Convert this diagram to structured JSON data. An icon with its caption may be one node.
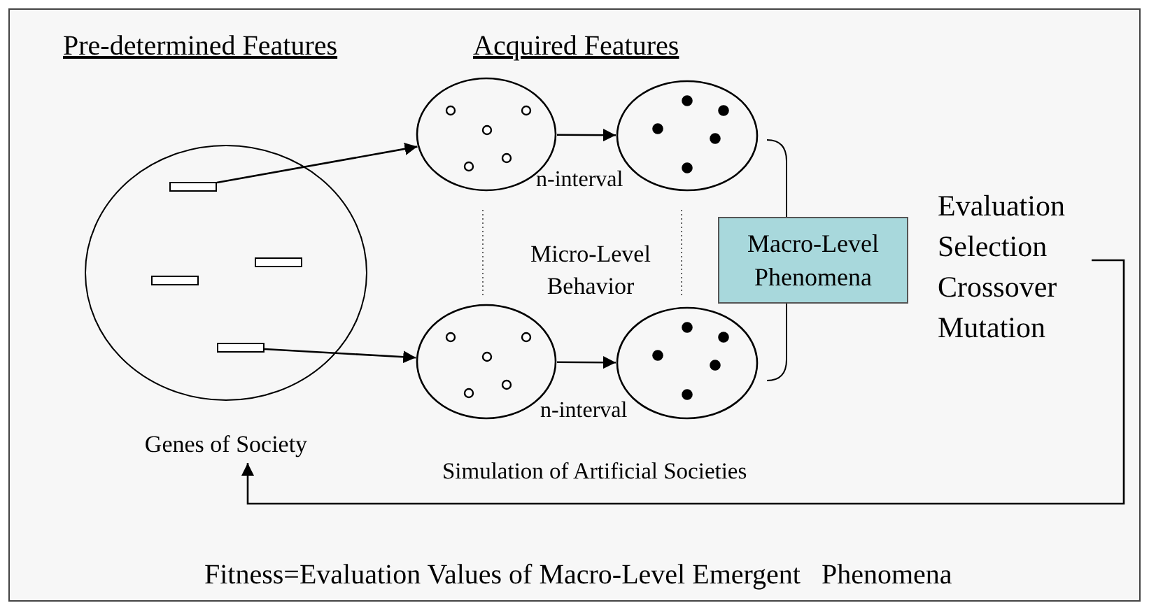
{
  "diagram": {
    "nodes": [
      {
        "text": [
          "Genes of Society"
        ]
      },
      {
        "text": [],
        "shape": "bar",
        "in": 0
      },
      {
        "text": [],
        "shape": "bar",
        "in": 0
      },
      {
        "text": [],
        "shape": "bar",
        "in": 0
      },
      {
        "text": [],
        "shape": "bar",
        "in": 0
      },
      {
        "text": [],
        "shape": "circle"
      },
      {
        "text": [],
        "shape": "circle"
      },
      {
        "text": [],
        "shape": "circle"
      },
      {
        "text": [],
        "shape": "circle"
      },
      {
        "text": [
          "Macro-Level Phenomena"
        ]
      },
      {
        "text": [
          "Evaluation",
          "Selection",
          "Crossover",
          "Mutation"
        ]
      }
    ],
    "edges": [
      {
        "from": 1,
        "to": 5,
        "arrow": "to"
      },
      {
        "from": 4,
        "to": 7,
        "arrow": "to"
      },
      {
        "from": 5,
        "to": 6,
        "arrow": "to",
        "label": "n-interval"
      },
      {
        "from": 7,
        "to": 8,
        "arrow": "to",
        "label": "n-interval"
      },
      {
        "from": 10,
        "to": 0,
        "arrow": "to"
      }
    ],
    "labels": [
      "Pre-determined Features",
      "Acquired Features",
      "Micro-Level Behavior",
      "Simulation of Artificial Societies",
      "Fitness=Evaluation Values of Macro-Level Emergent   Phenomena"
    ]
  }
}
